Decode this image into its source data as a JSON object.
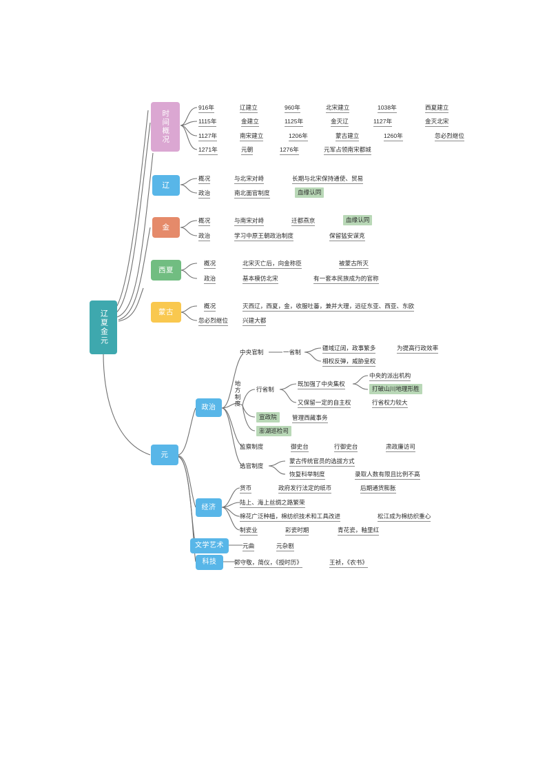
{
  "document": {
    "title": "辽夏金元 思维导图",
    "background": "#ffffff",
    "page_size": "794x1123"
  },
  "colors": {
    "root": "#3ea8ae",
    "pink": "#dba7d2",
    "blue": "#58b6e8",
    "salmon": "#e58a6a",
    "green": "#71bd81",
    "yellow": "#f9c84f",
    "highlight": "#b9d8b7",
    "line": "#6f6f6f",
    "text": "#2b2b2b"
  },
  "root": {
    "label": "辽夏金元"
  },
  "branches": [
    {
      "id": "shijian",
      "label": "时间概况",
      "color": "#dba7d2",
      "rows": [
        {
          "cells": [
            "916年",
            "辽建立",
            "960年",
            "北宋建立",
            "1038年",
            "西夏建立"
          ]
        },
        {
          "cells": [
            "1115年",
            "金建立",
            "1125年",
            "金灭辽",
            "1127年",
            "金灭北宋"
          ]
        },
        {
          "cells": [
            "1127年",
            "南宋建立",
            "1206年",
            "蒙古建立",
            "1260年",
            "忽必烈继位"
          ]
        },
        {
          "cells": [
            "1271年",
            "元朝",
            "1276年",
            "元军占领南宋都城"
          ]
        }
      ]
    },
    {
      "id": "liao",
      "label": "辽",
      "color": "#58b6e8",
      "rows": [
        {
          "cells": [
            "概况",
            "与北宋对峙",
            "长期与北宋保持通使、贸易"
          ]
        },
        {
          "cells": [
            "政治",
            "南北面官制度",
            "血缘认同"
          ]
        }
      ]
    },
    {
      "id": "jin",
      "label": "金",
      "color": "#e58a6a",
      "rows": [
        {
          "cells": [
            "概况",
            "与南宋对峙",
            "迁都燕京",
            "血缘认同"
          ]
        },
        {
          "cells": [
            "政治",
            "学习中原王朝政治制度",
            "保留猛安谋克"
          ]
        }
      ]
    },
    {
      "id": "xixia",
      "label": "西夏",
      "color": "#71bd81",
      "rows": [
        {
          "cells": [
            "概况",
            "北宋灭亡后，向金称臣",
            "被蒙古所灭"
          ]
        },
        {
          "cells": [
            "政治",
            "基本模仿北宋",
            "有一套本民族成为的官称"
          ]
        }
      ]
    },
    {
      "id": "menggu",
      "label": "蒙古",
      "color": "#f9c84f",
      "rows": [
        {
          "cells": [
            "概况",
            "灭西辽，西夏，金，收服吐蕃，兼并大理，远征东亚、西亚、东欧"
          ]
        },
        {
          "cells": [
            "忽必烈继位",
            "兴建大都"
          ]
        }
      ]
    }
  ],
  "yuan": {
    "label": "元",
    "color": "#58b6e8",
    "sub_branches": [
      {
        "id": "zhengzhi",
        "label": "政治",
        "color": "#58b6e8"
      },
      {
        "id": "jingji",
        "label": "经济",
        "color": "#58b6e8"
      },
      {
        "id": "wenxue",
        "label": "文学艺术",
        "color": "#58b6e8"
      },
      {
        "id": "keji",
        "label": "科技",
        "color": "#58b6e8"
      }
    ],
    "zhengzhi_items": {
      "zhongyang_guanzhi": "中央官制",
      "yishengzhi": "一省制",
      "yishengzhi_notes": [
        {
          "cells": [
            "疆域辽阔，政事繁多",
            "为提高行政效率"
          ]
        },
        {
          "cells": [
            "相权反弹，威胁皇权"
          ]
        }
      ],
      "difang_zhidu": "地方制度",
      "xingshengzhi": "行省制",
      "xingshengzhi_notes": [
        {
          "cells": [
            "既加强了中央集权"
          ]
        },
        {
          "cells": [
            "中央的派出机构"
          ]
        },
        {
          "cells": [
            "打破山川地理形胜"
          ],
          "highlight": true
        },
        {
          "cells": [
            "又保留一定的自主权",
            "行省权力较大"
          ]
        }
      ],
      "xuanzhengyuan": "宣政院",
      "xuanzhengyuan_note": "管理西藏事务",
      "penghu": "澎湖巡检司",
      "jiancha_zhidu": "监察制度",
      "jiancha_notes": [
        "御史台",
        "行御史台",
        "肃政廉访司"
      ],
      "xuanguan_zhidu": "选官制度",
      "xuanguan_notes": [
        {
          "cells": [
            "蒙古传统官员的选拔方式"
          ]
        },
        {
          "cells": [
            "恢复科举制度",
            "录取人数有限且比例不高"
          ]
        }
      ]
    },
    "jingji_rows": [
      {
        "cells": [
          "货币",
          "政府发行法定的纸币",
          "后期通货膨胀"
        ]
      },
      {
        "cells": [
          "陆上、海上丝绸之路繁荣"
        ]
      },
      {
        "cells": [
          "棉花广泛种植，棉纺织技术和工具改进",
          "松江成为棉纺织重心"
        ]
      },
      {
        "cells": [
          "制瓷业",
          "彩瓷时期",
          "青花瓷，釉里红"
        ]
      }
    ],
    "wenxue_rows": [
      {
        "cells": [
          "元曲",
          "元杂剧"
        ]
      }
    ],
    "keji_rows": [
      {
        "cells": [
          "郭守敬，简仪，《授时历》",
          "王祯，《农书》"
        ]
      }
    ]
  }
}
